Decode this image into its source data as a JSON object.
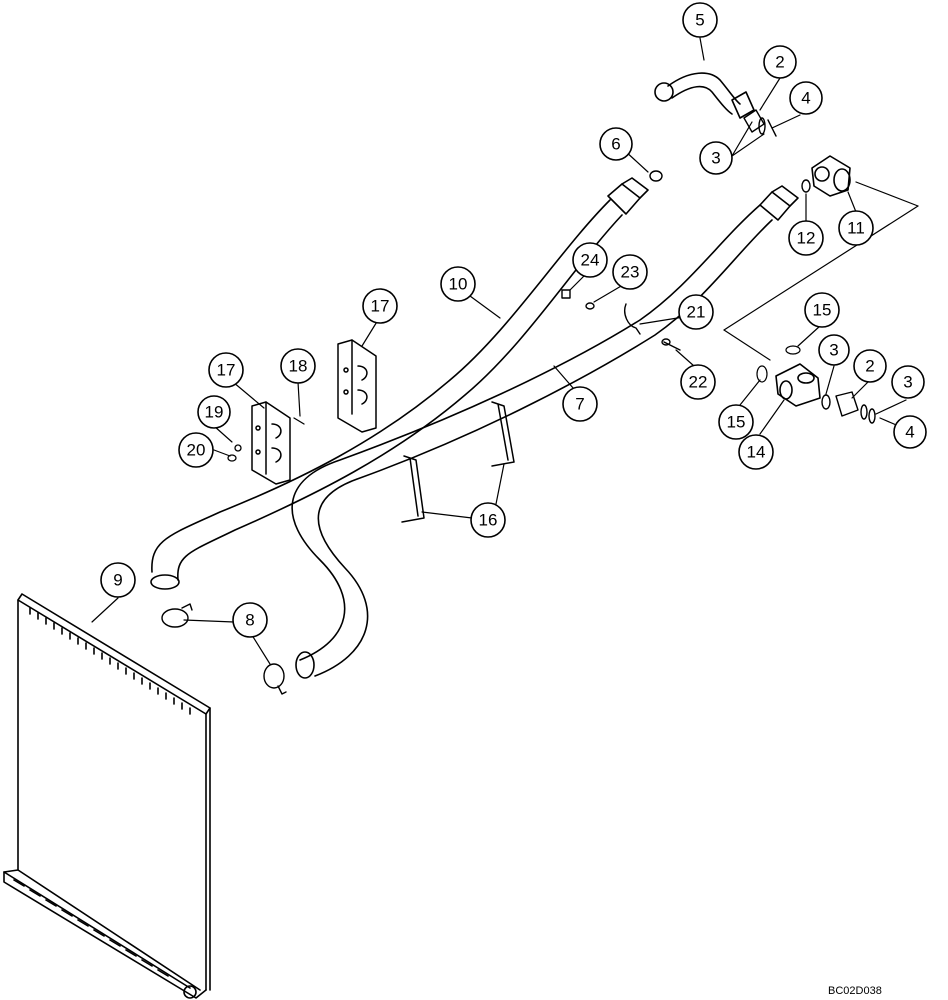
{
  "figure": {
    "reference_code": "BC02D038"
  },
  "callouts": [
    {
      "id": "c5",
      "label": "5"
    },
    {
      "id": "c2a",
      "label": "2"
    },
    {
      "id": "c4a",
      "label": "4"
    },
    {
      "id": "c6",
      "label": "6"
    },
    {
      "id": "c3a",
      "label": "3"
    },
    {
      "id": "c11",
      "label": "11"
    },
    {
      "id": "c12",
      "label": "12"
    },
    {
      "id": "c10",
      "label": "10"
    },
    {
      "id": "c24",
      "label": "24"
    },
    {
      "id": "c23",
      "label": "23"
    },
    {
      "id": "c17a",
      "label": "17"
    },
    {
      "id": "c21",
      "label": "21"
    },
    {
      "id": "c15a",
      "label": "15"
    },
    {
      "id": "c17b",
      "label": "17"
    },
    {
      "id": "c18",
      "label": "18"
    },
    {
      "id": "c7",
      "label": "7"
    },
    {
      "id": "c22",
      "label": "22"
    },
    {
      "id": "c3b",
      "label": "3"
    },
    {
      "id": "c2b",
      "label": "2"
    },
    {
      "id": "c3c",
      "label": "3"
    },
    {
      "id": "c19",
      "label": "19"
    },
    {
      "id": "c15b",
      "label": "15"
    },
    {
      "id": "c20",
      "label": "20"
    },
    {
      "id": "c4b",
      "label": "4"
    },
    {
      "id": "c14",
      "label": "14"
    },
    {
      "id": "c16",
      "label": "16"
    },
    {
      "id": "c9",
      "label": "9"
    },
    {
      "id": "c8",
      "label": "8"
    }
  ]
}
